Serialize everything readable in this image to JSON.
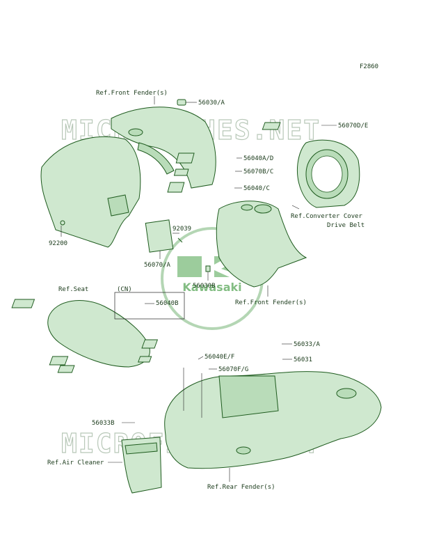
{
  "figure_code": "F2860",
  "watermark": {
    "text": "MICROFICHES.NET"
  },
  "logo": {
    "text": "Kawasaki",
    "color": "#5aa85a"
  },
  "labels": {
    "ref_front_fender_top": "Ref.Front Fender(s)",
    "p56030A": "56030/A",
    "p56070DE": "56070D/E",
    "p56040AD": "56040A/D",
    "p56070BC": "56070B/C",
    "p56040C": "56040/C",
    "ref_converter_cover": "Ref.Converter Cover",
    "drive_belt": "Drive Belt",
    "p92039": "92039",
    "p92200": "92200",
    "p56070A": "56070/A",
    "p56030B": "56030B",
    "ref_front_fender_mid": "Ref.Front Fender(s)",
    "ref_seat": "Ref.Seat",
    "cn": "(CN)",
    "p56040B": "56040B",
    "p56033A": "56033/A",
    "p56040EF": "56040E/F",
    "p56031": "56031",
    "p56070FG": "56070F/G",
    "p56033B": "56033B",
    "ref_air_cleaner": "Ref.Air Cleaner",
    "ref_rear_fender": "Ref.Rear Fender(s)"
  }
}
